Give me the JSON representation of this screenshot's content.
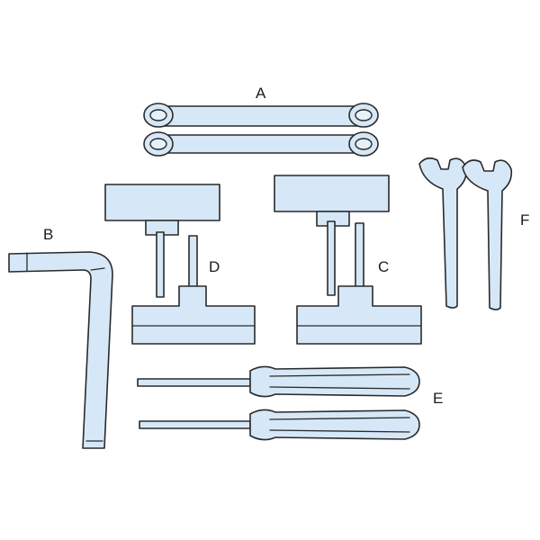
{
  "labels": {
    "a": "A",
    "b": "B",
    "c": "C",
    "d": "D",
    "e": "E",
    "f": "F"
  },
  "colors": {
    "tool_fill": "#d6e8f7",
    "outline": "#2a2a2a",
    "background": "#ffffff"
  }
}
